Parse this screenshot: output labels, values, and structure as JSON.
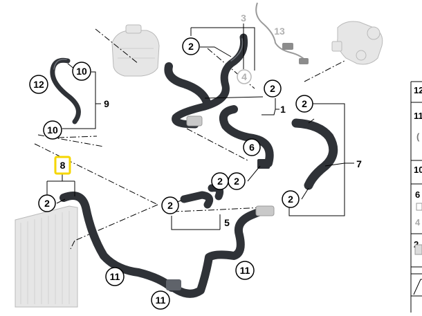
{
  "diagram": {
    "callouts": {
      "c3": "3",
      "c13": "13",
      "c4": "4",
      "c2a": "2",
      "c2b": "2",
      "c2c": "2",
      "c2d": "2",
      "c2e": "2",
      "c2f": "2",
      "c2g": "2",
      "c2h": "2",
      "c10a": "10",
      "c10b": "10",
      "c12": "12",
      "c9": "9",
      "c1": "1",
      "c6": "6",
      "c7": "7",
      "c5": "5",
      "c8": "8",
      "c11a": "11",
      "c11b": "11",
      "c11c": "11"
    },
    "highlight_color": "#f5d600",
    "hose_color": "#2f3237"
  },
  "parts_table": {
    "rows": [
      "12",
      "11",
      "(",
      "10",
      "6",
      "4",
      "2",
      "",
      ""
    ]
  }
}
